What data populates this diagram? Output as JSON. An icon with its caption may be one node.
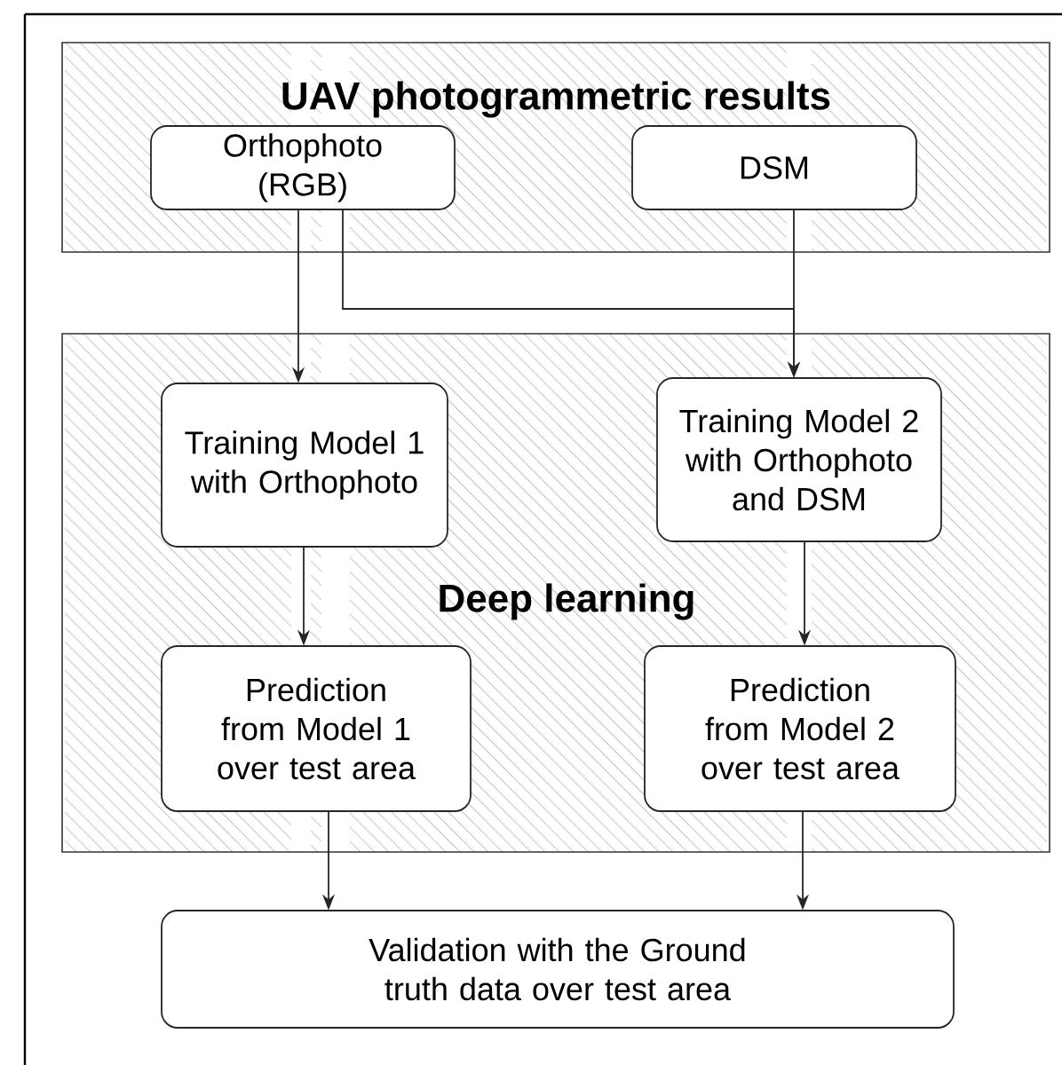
{
  "diagram": {
    "nodes": [
      {
        "text": [
          "UAV photogrammetric results"
        ]
      },
      {
        "text": [
          "Orthophoto (RGB)"
        ],
        "in": 0
      },
      {
        "text": [
          "DSM"
        ],
        "in": 0
      },
      {
        "text": [
          "Deep learning"
        ]
      },
      {
        "text": [
          "Training Model 1 with Orthophoto"
        ],
        "in": 3
      },
      {
        "text": [
          "Training Model 2 with Orthophoto and DSM"
        ],
        "in": 3
      },
      {
        "text": [
          "Prediction from Model 1 over test area"
        ],
        "in": 3
      },
      {
        "text": [
          "Prediction from Model 2 over test area"
        ],
        "in": 3
      },
      {
        "text": [
          "Validation with the Ground truth data over test area"
        ]
      }
    ],
    "edges": [
      {
        "from": 1,
        "to": 4,
        "arrow": "to"
      },
      {
        "from": 1,
        "to": 5,
        "arrow": "to"
      },
      {
        "from": 2,
        "to": 5,
        "arrow": "to"
      },
      {
        "from": 4,
        "to": 6,
        "arrow": "to"
      },
      {
        "from": 5,
        "to": 7,
        "arrow": "to"
      },
      {
        "from": 6,
        "to": 8,
        "arrow": "to"
      },
      {
        "from": 7,
        "to": 8,
        "arrow": "to"
      }
    ]
  }
}
